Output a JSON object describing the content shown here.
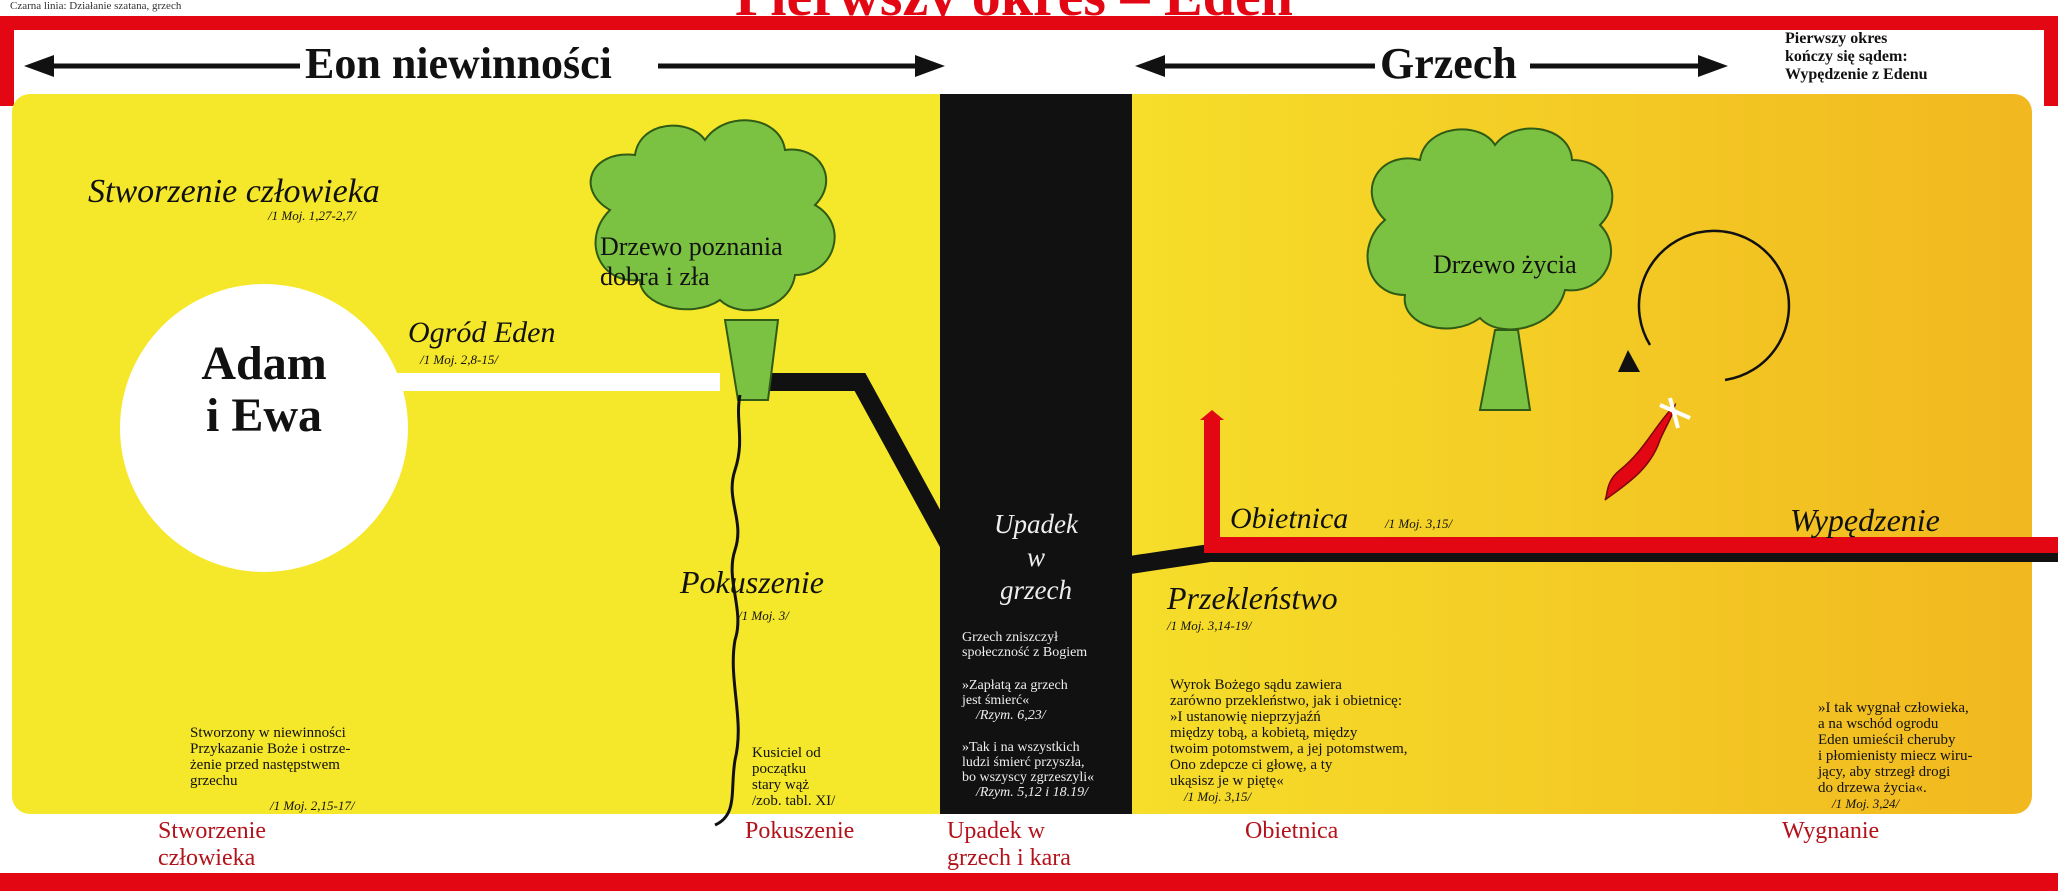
{
  "legend_note": "Czarna linia: Działanie szatana, grzech",
  "title": "Pierwszy okres – Eden",
  "top": {
    "left_arrow_label": "Eon niewinności",
    "right_arrow_label": "Grzech",
    "note_lines": [
      "Pierwszy okres",
      "kończy się sądem:",
      "Wypędzenie z Edenu"
    ]
  },
  "left": {
    "creation_title": "Stworzenie człowieka",
    "creation_ref": "/1 Moj. 1,27-2,7/",
    "circle_lines": [
      "Adam",
      "i Ewa"
    ],
    "garden_title": "Ogród Eden",
    "garden_ref": "/1 Moj. 2,8-15/",
    "tree_label_lines": [
      "Drzewo poznania",
      "dobra i zła"
    ],
    "temptation_title": "Pokuszenie",
    "temptation_ref": "/1 Moj. 3/",
    "note_lines": [
      "Stworzony w niewinności",
      "Przykazanie Boże i ostrze-",
      "żenie przed następstwem",
      "grzechu"
    ],
    "note_ref": "/1 Moj. 2,15-17/",
    "serpent_note_lines": [
      "Kusiciel od",
      "początku",
      "stary wąż",
      "/zob. tabl. XI/"
    ]
  },
  "center": {
    "title_lines": [
      "Upadek",
      "w",
      "grzech"
    ],
    "text1_lines": [
      "Grzech zniszczył",
      "społeczność z Bogiem"
    ],
    "quote1_lines": [
      "»Zapłatą za grzech",
      "jest śmierć«"
    ],
    "quote1_ref": "/Rzym. 6,23/",
    "quote2_lines": [
      "»Tak i na wszystkich",
      "ludzi śmierć przyszła,",
      "bo wszyscy zgrzeszyli«"
    ],
    "quote2_ref": "/Rzym. 5,12 i 18.19/"
  },
  "right": {
    "tree_label": "Drzewo życia",
    "promise_title": "Obietnica",
    "promise_ref": "/1 Moj. 3,15/",
    "expulsion_title": "Wypędzenie",
    "curse_title": "Przekleństwo",
    "curse_ref": "/1 Moj. 3,14-19/",
    "judgment_lines": [
      "Wyrok Bożego sądu zawiera",
      "zarówno przekleństwo, jak i obietnicę:",
      "»I ustanowię nieprzyjaźń",
      "między tobą, a kobietą, między",
      "twoim potomstwem, a jej potomstwem,",
      "Ono zdepcze ci głowę, a ty",
      "ukąsisz je w piętę«"
    ],
    "judgment_ref": "/1 Moj. 3,15/",
    "expulsion_lines": [
      "»I tak wygnał człowieka,",
      "a na wschód ogrodu",
      "Eden umieścił cheruby",
      "i płomienisty miecz wiru-",
      "jący, aby strzegł drogi",
      "do drzewa życia«."
    ],
    "expulsion_ref": "/1 Moj. 3,24/"
  },
  "bottom_labels": {
    "creation_lines": [
      "Stworzenie",
      "człowieka"
    ],
    "temptation": "Pokuszenie",
    "fall_lines": [
      "Upadek w",
      "grzech i kara"
    ],
    "promise": "Obietnica",
    "expulsion": "Wygnanie"
  },
  "colors": {
    "frame_red": "#e30613",
    "panel_yellow": "#f5e72a",
    "panel_orange": "#f1b81f",
    "tree_green": "#7cc242",
    "sin_line_black": "#111111",
    "label_red": "#b3121a"
  }
}
